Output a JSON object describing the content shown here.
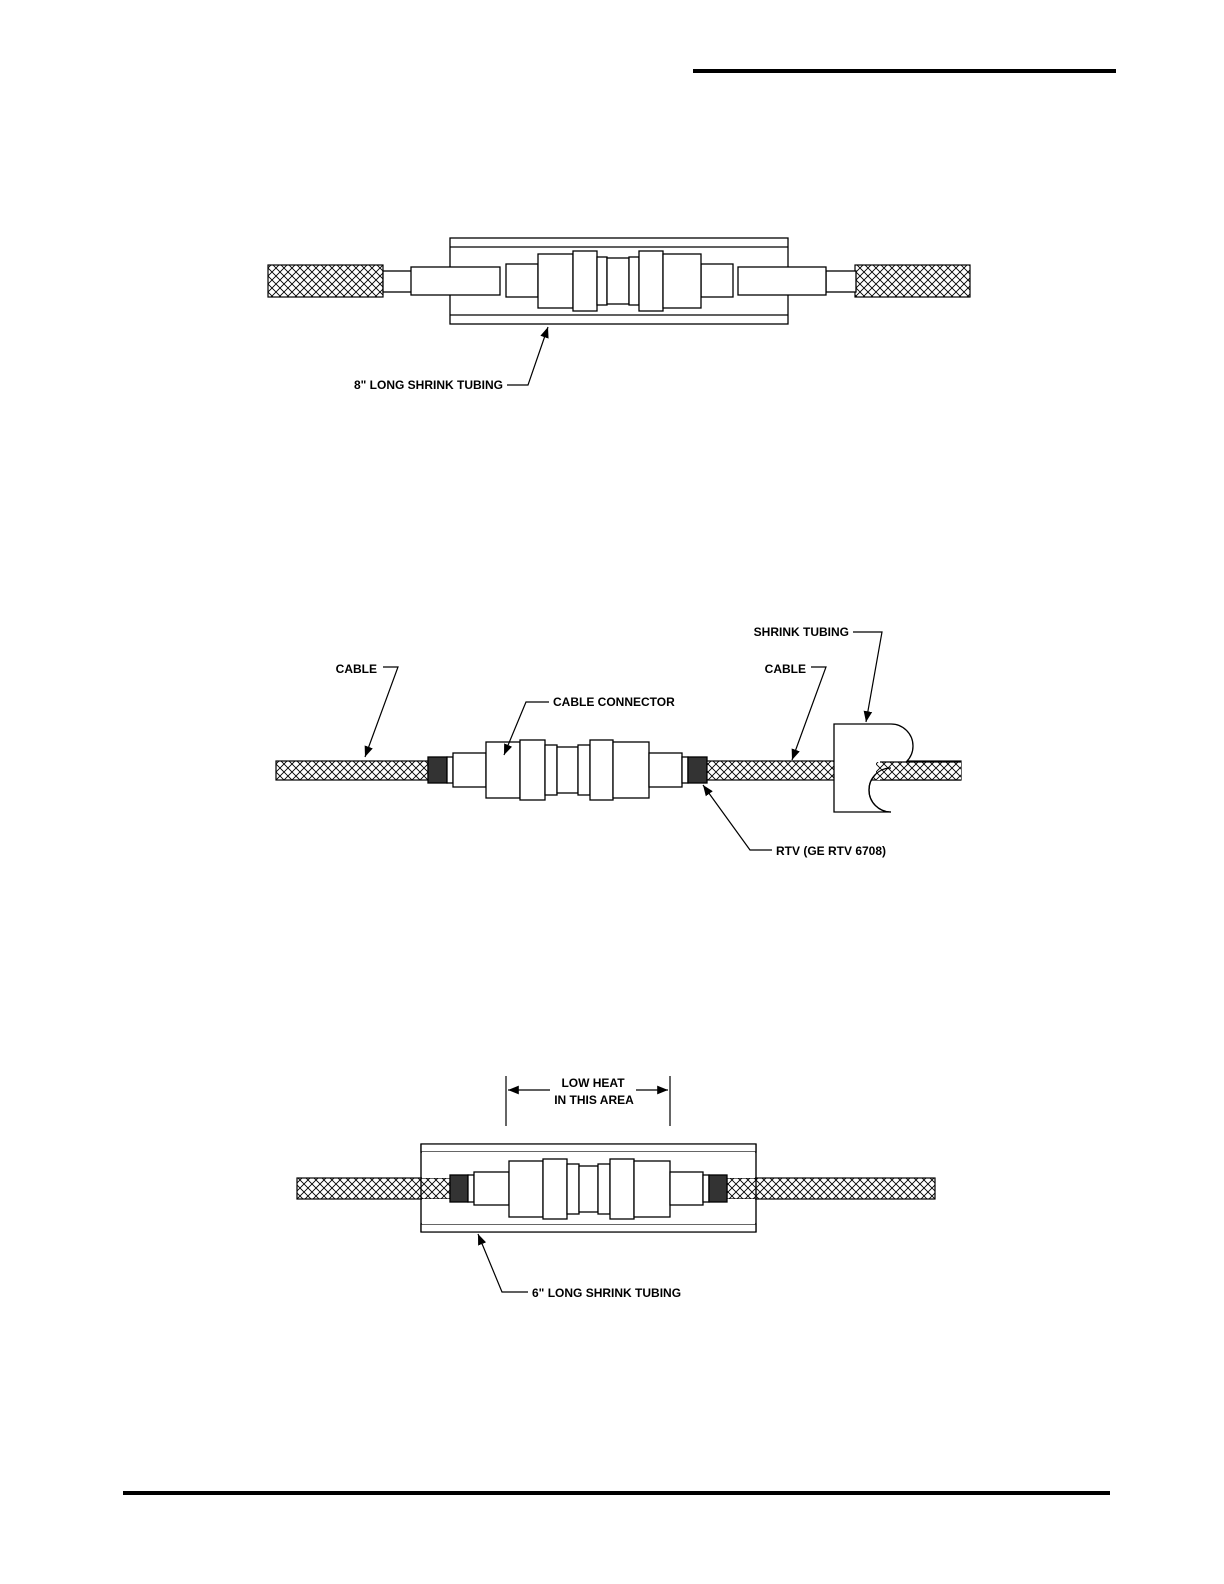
{
  "figure_top": {
    "callout_tubing": "8\" LONG SHRINK TUBING"
  },
  "figure_middle": {
    "callout_cable_left": "CABLE",
    "callout_cable_connector": "CABLE CONNECTOR",
    "callout_shrink_tubing": "SHRINK TUBING",
    "callout_cable_right": "CABLE",
    "callout_rtv": "RTV (GE RTV 6708)"
  },
  "figure_bottom": {
    "heat_zone_line1": "LOW HEAT",
    "heat_zone_line2": "IN THIS AREA",
    "callout_tubing": "6\" LONG SHRINK TUBING"
  },
  "colors": {
    "ink": "#000000",
    "paper": "#ffffff",
    "rtv_fill": "#333333"
  }
}
